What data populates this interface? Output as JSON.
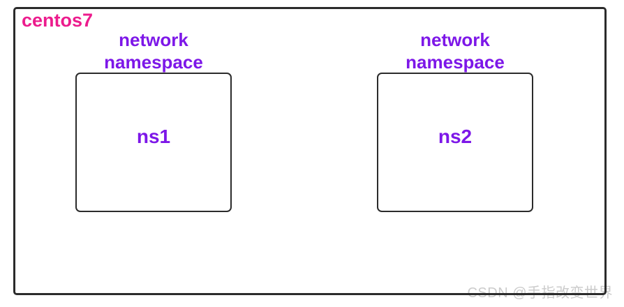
{
  "host": {
    "label": "centos7"
  },
  "namespaces": [
    {
      "title_line1": "network",
      "title_line2": "namespace",
      "name": "ns1"
    },
    {
      "title_line1": "network",
      "title_line2": "namespace",
      "name": "ns2"
    }
  ],
  "watermark": {
    "text": "CSDN @手指改变世界"
  },
  "colors": {
    "host_label_pink": "#ec1c8d",
    "namespace_purple": "#7d17e8",
    "box_border": "#2b2b2b",
    "watermark_gray": "#cbcbcb",
    "background": "#ffffff"
  }
}
